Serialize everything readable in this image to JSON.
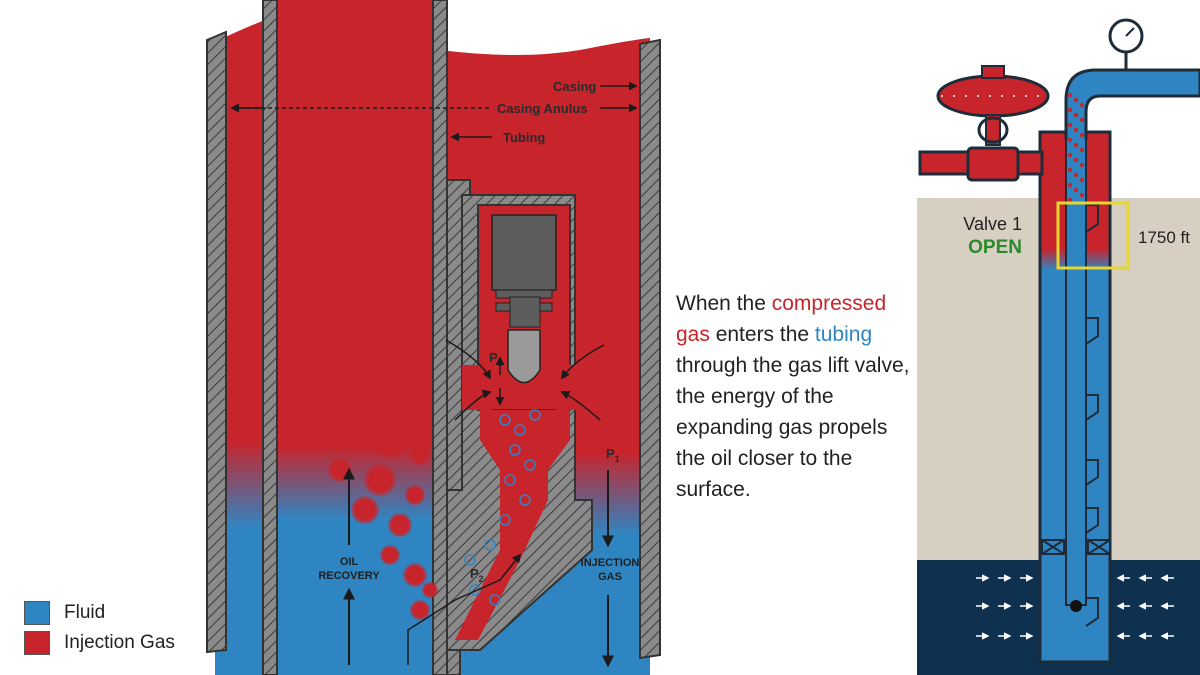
{
  "colors": {
    "fluid": "#2f85c2",
    "injection_gas": "#c8242b",
    "steel": "#5f5f5f",
    "ground": "#d7cfc2",
    "reservoir": "#0f3150",
    "open_state": "#2c8a2c",
    "highlight": "#e6d730"
  },
  "cutaway": {
    "labels": {
      "casing": "Casing",
      "casing_annulus": "Casing Anulus",
      "tubing": "Tubing",
      "oil_recovery_line1": "OIL",
      "oil_recovery_line2": "RECOVERY",
      "injection_gas_line1": "INJECTION",
      "injection_gas_line2": "GAS",
      "p1_upper": "P",
      "p1_upper_sub": "1",
      "p1_right": "P",
      "p1_right_sub": "1",
      "p2": "P",
      "p2_sub": "2"
    }
  },
  "explanation": {
    "part1": "When the ",
    "highlight_gas": "compressed gas",
    "part2": " enters the ",
    "highlight_tubing": "tubing",
    "part3": " through the gas lift valve, the energy of the expanding gas propels the oil closer to the surface."
  },
  "legend": {
    "items": [
      {
        "label": "Fluid",
        "color": "#2f85c2"
      },
      {
        "label": "Injection Gas",
        "color": "#c8242b"
      }
    ]
  },
  "well": {
    "valve_name": "Valve 1",
    "valve_state": "OPEN",
    "depth": "1750 ft"
  }
}
